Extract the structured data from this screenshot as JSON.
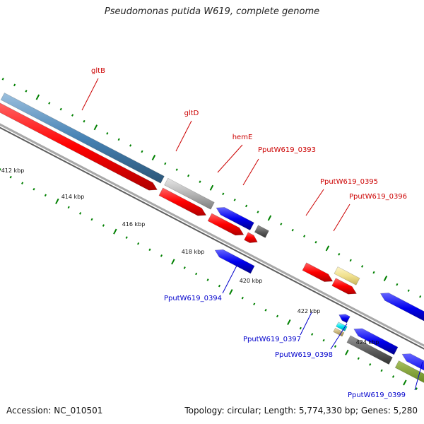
{
  "title": "Pseudomonas putida W619, complete genome",
  "footer": {
    "accession": "Accession: NC_010501",
    "summary": "Topology: circular; Length: 5,774,330 bp; Genes: 5,280"
  },
  "ruler": [
    "412 kbp",
    "414 kbp",
    "416 kbp",
    "418 kbp",
    "420 kbp",
    "422 kbp",
    "424 kbp"
  ],
  "top_labels": [
    "gltB",
    "gltD",
    "hemE",
    "PputW619_0393",
    "PputW619_0395",
    "PputW619_0396"
  ],
  "bottom_labels": [
    "PputW619_0394",
    "PputW619_0397",
    "PputW619_0398",
    "PputW619_0399"
  ],
  "colors": {
    "forward_cds": "#ff0000",
    "reverse_cds": "#0000ff",
    "gene_band": "#4682b4",
    "backbone": "#808080",
    "tick": "#008000",
    "label_top": "#cc0000",
    "label_bottom": "#0000cc"
  }
}
